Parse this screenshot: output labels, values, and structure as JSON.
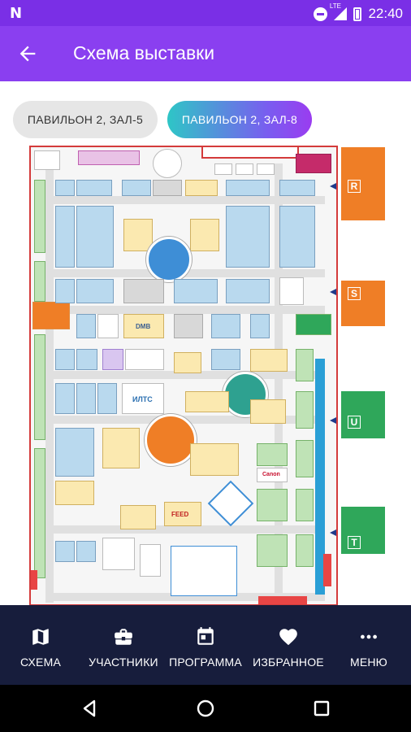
{
  "status_bar": {
    "app_icon": "N",
    "network": "LTE",
    "time": "22:40",
    "icons": [
      "dnd-icon",
      "signal-icon",
      "battery-icon"
    ]
  },
  "app_bar": {
    "title": "Схема выставки",
    "back_icon": "arrow-left-icon"
  },
  "tabs": [
    {
      "label": "ПАВИЛЬОН 2, ЗАЛ-5",
      "active": false
    },
    {
      "label": "ПАВИЛЬОН 2, ЗАЛ-8",
      "active": true
    }
  ],
  "map": {
    "side_blocks": [
      {
        "letter": "R",
        "color": "#ef7e26"
      },
      {
        "letter": "S",
        "color": "#ef7e26"
      },
      {
        "letter": "U",
        "color": "#2fa75a"
      },
      {
        "letter": "T",
        "color": "#2fa75a"
      }
    ],
    "booth_logos": {
      "dmb": "DMB",
      "ilts": "ИЛТС",
      "canon": "Canon",
      "feed": "FEED"
    }
  },
  "bottom_nav": [
    {
      "label": "СХЕМА",
      "icon": "map-icon"
    },
    {
      "label": "УЧАСТНИКИ",
      "icon": "briefcase-icon"
    },
    {
      "label": "ПРОГРАММА",
      "icon": "calendar-icon"
    },
    {
      "label": "ИЗБРАННОЕ",
      "icon": "heart-icon"
    },
    {
      "label": "МЕНЮ",
      "icon": "more-dots-icon"
    }
  ],
  "system_nav": [
    "back-triangle-icon",
    "home-circle-icon",
    "recents-square-icon"
  ],
  "colors": {
    "status_bar": "#7a2fe6",
    "app_bar": "#8a3ff0",
    "bottom_nav": "#171d3c",
    "accent_gradient_start": "#2ec6c6",
    "accent_gradient_end": "#9a3cf0"
  }
}
